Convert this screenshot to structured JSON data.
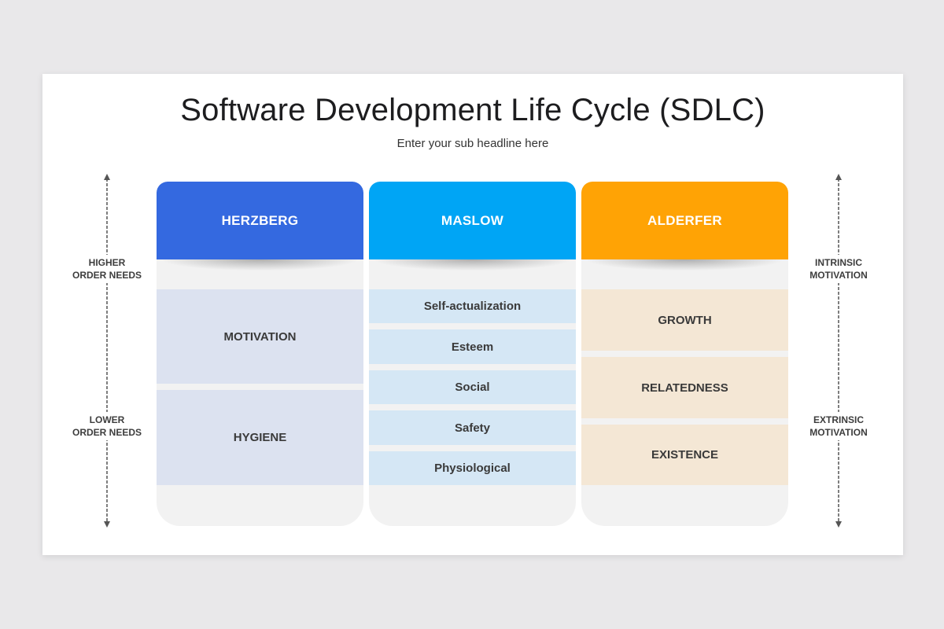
{
  "title": "Software Development Life Cycle (SDLC)",
  "subtitle": "Enter your sub headline here",
  "left_axis": {
    "top_label_line1": "HIGHER",
    "top_label_line2": "ORDER NEEDS",
    "bottom_label_line1": "LOWER",
    "bottom_label_line2": "ORDER NEEDS"
  },
  "right_axis": {
    "top_label_line1": "INTRINSIC",
    "top_label_line2": "MOTIVATION",
    "bottom_label_line1": "EXTRINSIC",
    "bottom_label_line2": "MOTIVATION"
  },
  "columns": [
    {
      "header": "HERZBERG",
      "color": "#3469e0",
      "items": [
        "MOTIVATION",
        "HYGIENE"
      ]
    },
    {
      "header": "MASLOW",
      "color": "#00a5f5",
      "items": [
        "Self-actualization",
        "Esteem",
        "Social",
        "Safety",
        "Physiological"
      ]
    },
    {
      "header": "ALDERFER",
      "color": "#ffa305",
      "items": [
        "GROWTH",
        "RELATEDNESS",
        "EXISTENCE"
      ]
    }
  ],
  "arrow_icons": [
    "double-headed-arrow-icon",
    "double-headed-arrow-icon"
  ]
}
